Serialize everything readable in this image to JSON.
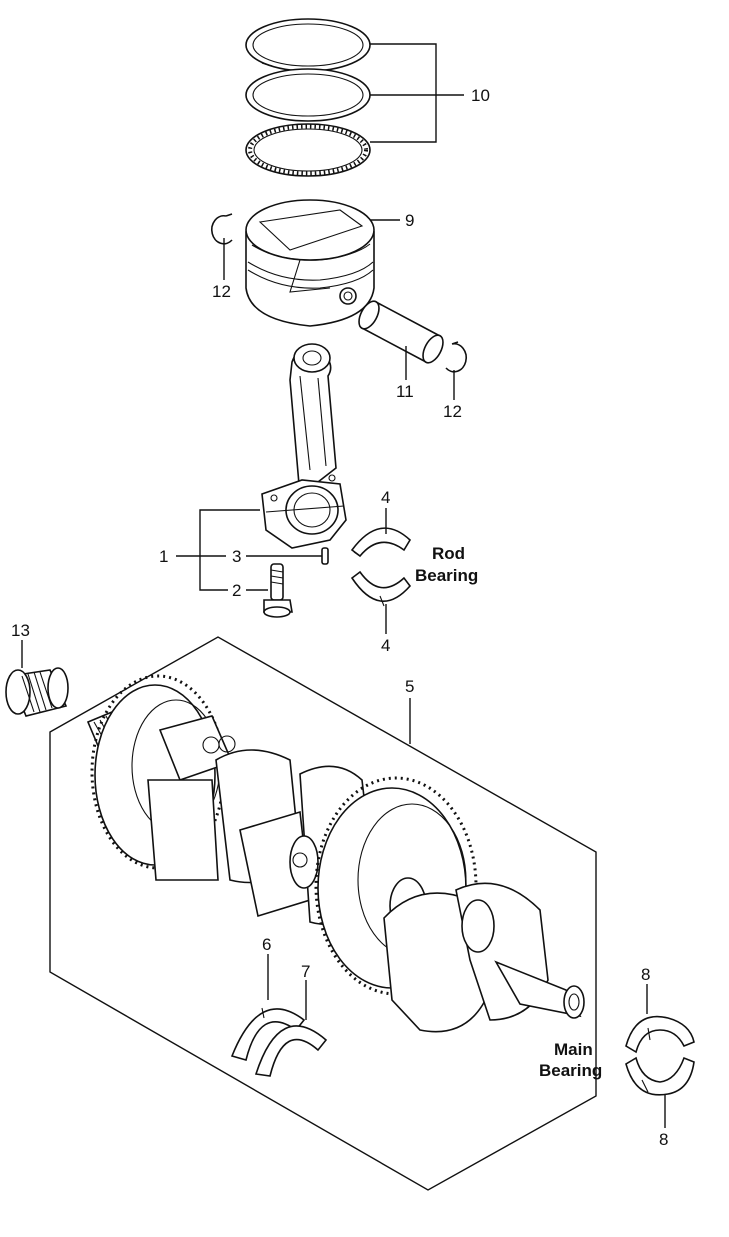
{
  "callouts": {
    "n1": "1",
    "n2": "2",
    "n3": "3",
    "n4a": "4",
    "n4b": "4",
    "n5": "5",
    "n6": "6",
    "n7": "7",
    "n8a": "8",
    "n8b": "8",
    "n9": "9",
    "n10": "10",
    "n11": "11",
    "n12a": "12",
    "n12b": "12",
    "n13": "13"
  },
  "labels": {
    "rod_bearing_line1": "Rod",
    "rod_bearing_line2": "Bearing",
    "main_bearing_line1": "Main",
    "main_bearing_line2": "Bearing"
  }
}
